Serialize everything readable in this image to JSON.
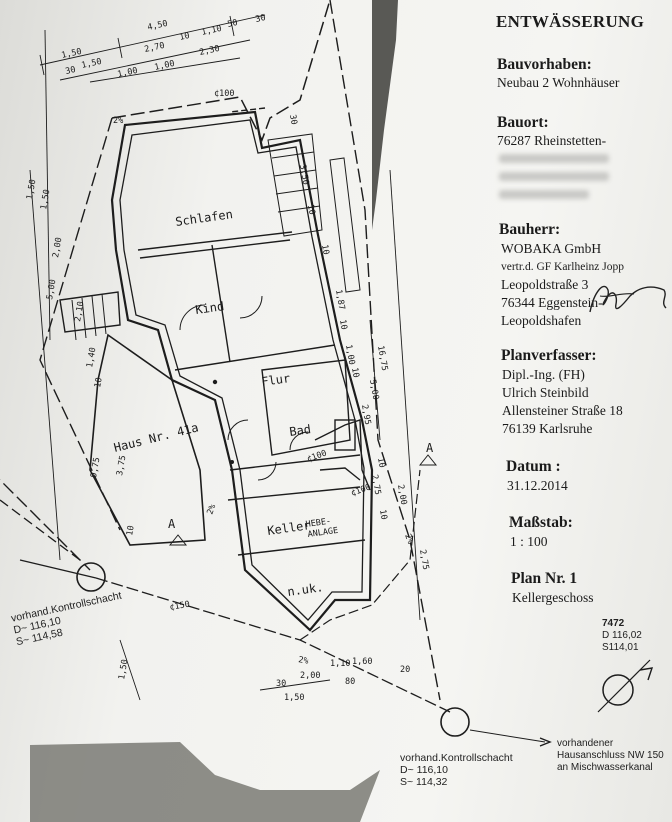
{
  "title": "ENTWÄSSERUNG",
  "bauvorhaben": {
    "label": "Bauvorhaben:",
    "value": "Neubau 2 Wohnhäuser"
  },
  "bauort": {
    "label": "Bauort:",
    "value": "76287 Rheinstetten-"
  },
  "bauherr": {
    "label": "Bauherr:",
    "lines": [
      "WOBAKA GmbH",
      "vertr.d. GF Karlheinz Jopp",
      "Leopoldstraße 3",
      "76344 Eggenstein-",
      "Leopoldshafen"
    ]
  },
  "planverfasser": {
    "label": "Planverfasser:",
    "lines": [
      "Dipl.-Ing. (FH)",
      "Ulrich Steinbild",
      "Allensteiner Straße 18",
      "76139 Karlsruhe"
    ]
  },
  "datum": {
    "label": "Datum :",
    "value": "31.12.2014"
  },
  "massstab": {
    "label": "Maßstab:",
    "value": "1 : 100"
  },
  "plan": {
    "label": "Plan Nr. 1",
    "value": "Kellergeschoss"
  },
  "benchmark": {
    "number": "7472",
    "d": "D 116,02",
    "s": "S114,01"
  },
  "schacht_left": {
    "label": "vorhand.Kontrollschacht",
    "d": "D~ 116,10",
    "s": "S~ 114,58"
  },
  "schacht_bottom": {
    "label": "vorhand.Kontrollschacht",
    "d": "D~ 116,10",
    "s": "S~ 114,32"
  },
  "hausanschluss": [
    "vorhandener",
    "Hausanschluss NW 150",
    "an Mischwasserkanal"
  ],
  "rooms": {
    "schlafen": "Schlafen",
    "kind": "Kind",
    "flur": "Flur",
    "bad": "Bad",
    "haus": "Haus Nr. 41a",
    "keller": "Keller",
    "hebe": "HEBE-",
    "anlage": "ANLAGE",
    "nuk": "n.uk."
  },
  "pipes": {
    "main": "¢150",
    "top": "¢100",
    "bad": "¢100",
    "keller": "¢100"
  },
  "section_marks": {
    "a": "A"
  },
  "slopes": {
    "s2": "2%"
  },
  "dims_top": [
    "4,50",
    "2,70",
    "1,50",
    "1,50",
    "1,00",
    "1,00",
    "1,10",
    "2,30",
    "50",
    "30",
    "10",
    "30"
  ],
  "dims_left": [
    "1,50",
    "1,50",
    "2,00",
    "5,00",
    "2,10",
    "1,40",
    "10",
    "9,75",
    "3,75",
    "10"
  ],
  "dims_right": [
    "30",
    "3,50",
    "10",
    "10",
    "1,87",
    "10",
    "1,00",
    "10",
    "16,75",
    "5,00",
    "2,95",
    "10",
    "2,75",
    "10",
    "2,00",
    "2,75"
  ],
  "dims_bottom": [
    "1,10",
    "1,60",
    "2,00",
    "30",
    "20",
    "80",
    "1,50",
    "1,50"
  ]
}
